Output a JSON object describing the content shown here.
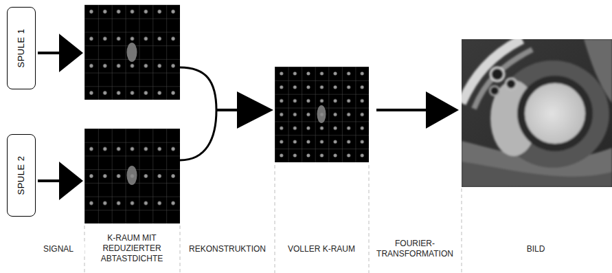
{
  "diagram": {
    "nodes": [
      {
        "text": [
          "SPULE 1"
        ]
      },
      {
        "text": [
          "SPULE 2"
        ]
      }
    ],
    "labels": [
      "SIGNAL",
      "K-RAUM MIT REDUZIERTER ABTASTDICHTE",
      "REKONSTRUKTION",
      "VOLLER K-RAUM",
      "FOURIER- TRANSFORMATION",
      "BILD"
    ]
  }
}
